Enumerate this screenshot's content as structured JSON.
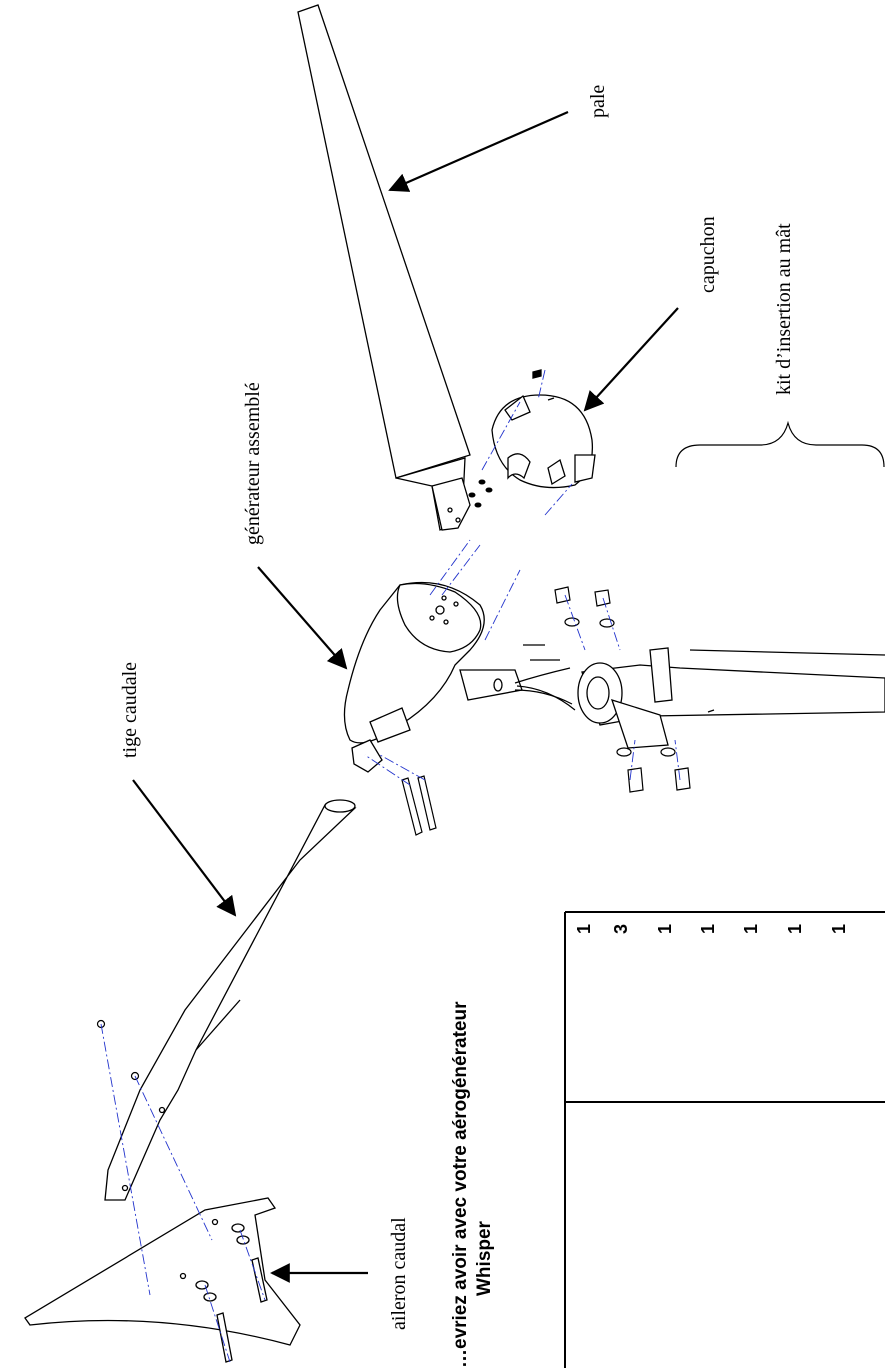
{
  "labels": {
    "pale": "pale",
    "capuchon": "capuchon",
    "kit": "kit d’insertion au mât",
    "generateur": "générateur assemblé",
    "tige": "tige caudale",
    "aileron": "aileron caudal"
  },
  "heading": {
    "line1": "…evriez avoir avec votre aérogénérateur",
    "line2": "Whisper"
  },
  "table": {
    "quantities": [
      "1",
      "3",
      "1",
      "1",
      "1",
      "1",
      "1"
    ]
  },
  "colors": {
    "line": "#000000",
    "centerline": "#2233cc",
    "background": "#ffffff"
  }
}
